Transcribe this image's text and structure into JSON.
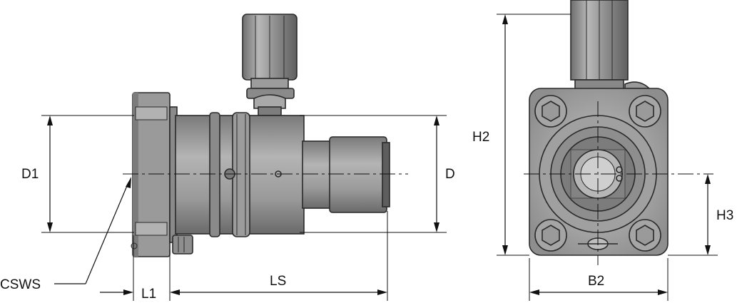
{
  "labels": {
    "d1": "D1",
    "d": "D",
    "csws": "CSWS",
    "l1": "L1",
    "ls": "LS",
    "h2": "H2",
    "h3": "H3",
    "b2": "B2"
  },
  "colors": {
    "body_light": "#a3a3a3",
    "body_mid": "#8c8c8c",
    "body_dark": "#6e6e6e",
    "face": "#bdbdbd",
    "line": "#111111"
  }
}
